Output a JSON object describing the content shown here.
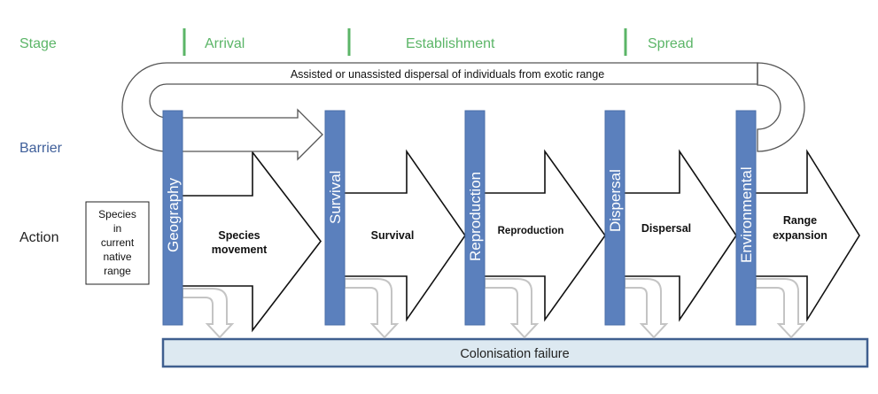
{
  "row_labels": {
    "stage": "Stage",
    "barrier": "Barrier",
    "action": "Action"
  },
  "stages": [
    {
      "label": "Arrival"
    },
    {
      "label": "Establishment"
    },
    {
      "label": "Spread"
    }
  ],
  "loop": {
    "label": "Assisted or unassisted  dispersal of individuals  from exotic range"
  },
  "start_box": {
    "lines": [
      "Species",
      "in",
      "current",
      "native",
      "range"
    ]
  },
  "barriers": [
    {
      "label": "Geography"
    },
    {
      "label": "Survival"
    },
    {
      "label": "Reproduction"
    },
    {
      "label": "Dispersal"
    },
    {
      "label": "Environmental"
    }
  ],
  "actions": [
    {
      "lines": [
        "Species",
        "movement"
      ]
    },
    {
      "lines": [
        "Survival"
      ]
    },
    {
      "lines": [
        "Reproduction"
      ]
    },
    {
      "lines": [
        "Dispersal"
      ]
    },
    {
      "lines": [
        "Range",
        "expansion"
      ]
    }
  ],
  "failure": {
    "label": "Colonisation  failure"
  },
  "colors": {
    "stage_green": "#5bb567",
    "barrier_blue": "#5b80bd",
    "barrier_label_blue": "#3f5f9a",
    "failure_fill": "#dde9f1",
    "failure_border": "#3f5f8f",
    "failure_arrow_gray": "#c4c4c4"
  }
}
